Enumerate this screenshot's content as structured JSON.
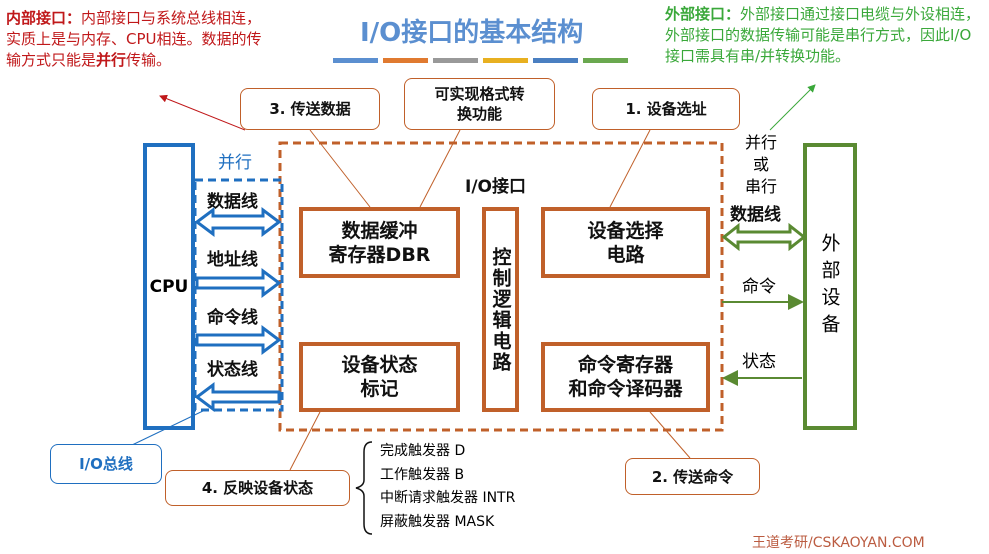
{
  "title": "I/O接口的基本结构",
  "internal_note": {
    "head": "内部接口：",
    "body": "内部接口与系统总线相连，实质上是与内存、CPU相连。数据的传输方式只能是",
    "emph": "并行",
    "tail": "传输。"
  },
  "external_note": {
    "head": "外部接口：",
    "body": "外部接口通过接口电缆与外设相连，外部接口的数据传输可能是串行方式，因此I/O接口需具有串/并转换功能。"
  },
  "cpu": "CPU",
  "parallel": "并行",
  "bus_lines": [
    "数据线",
    "地址线",
    "命令线",
    "状态线"
  ],
  "io_interface": "I/O接口",
  "blocks": {
    "dbr": [
      "数据缓冲",
      "寄存器DBR"
    ],
    "control": "控制逻辑电路",
    "dev_select": [
      "设备选择",
      "电路"
    ],
    "dev_status": [
      "设备状态",
      "标记"
    ],
    "cmd_reg": [
      "命令寄存器",
      "和命令译码器"
    ]
  },
  "external_device": "外部设备",
  "right_labels": {
    "mode": [
      "并行",
      "或",
      "串行"
    ],
    "data": "数据线",
    "command": "命令",
    "status": "状态"
  },
  "callouts": {
    "transfer_data": "3. 传送数据",
    "format": [
      "可实现格式转",
      "换功能"
    ],
    "select": "1. 设备选址",
    "io_bus": "I/O总线",
    "status": "4. 反映设备状态",
    "command": "2. 传送命令"
  },
  "flip_flops": [
    "完成触发器 D",
    "工作触发器 B",
    "中断请求触发器 INTR",
    "屏蔽触发器 MASK"
  ],
  "watermark": "王道考研/CSKAOYAN.COM",
  "colors": {
    "blue": "#1f6fc0",
    "orange": "#c0602a",
    "green": "#5a8a32",
    "red": "#c0181a",
    "title": "#5b8fd0"
  }
}
